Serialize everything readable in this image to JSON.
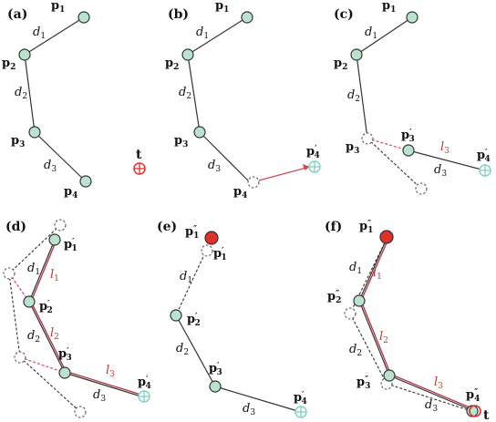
{
  "panels": [
    {
      "id": "a",
      "label": "(a)"
    },
    {
      "id": "b",
      "label": "(b)"
    },
    {
      "id": "c",
      "label": "(c)"
    },
    {
      "id": "d",
      "label": "(d)"
    },
    {
      "id": "e",
      "label": "(e)"
    },
    {
      "id": "f",
      "label": "(f)"
    }
  ],
  "points": {
    "p": "p",
    "s1": "1",
    "s2": "2",
    "s3": "3",
    "s4": "4",
    "prime": "′",
    "dprime": "″"
  },
  "distances": {
    "d": "d",
    "s1": "1",
    "s2": "2",
    "s3": "3"
  },
  "lengths": {
    "l": "l",
    "s1": "1",
    "s2": "2",
    "s3": "3"
  },
  "target": "t",
  "colors": {
    "node_fill": "#b9e3cf",
    "red_link": "#b33a4a",
    "target_red": "#e0302a",
    "goal_cyan": "#7fd0c0"
  }
}
